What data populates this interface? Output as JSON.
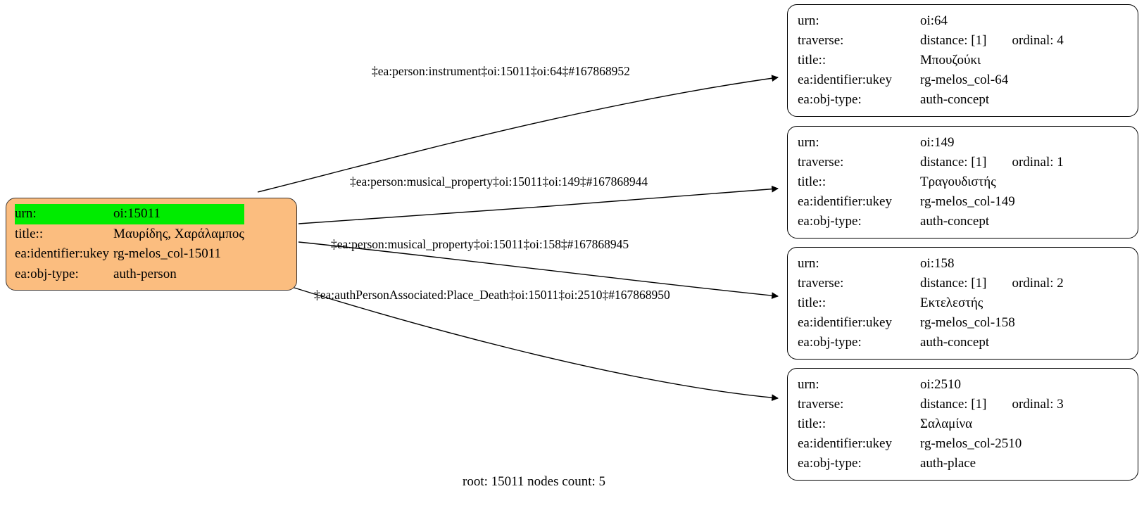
{
  "graph": {
    "caption": "root: 15011 nodes count: 5",
    "root_node": {
      "id": "root-15011",
      "fill_color": "#fbbd7f",
      "highlight_color": "#00ec00",
      "rows": [
        {
          "key": "urn:",
          "value": "oi:15011",
          "highlighted": true
        },
        {
          "key": "title::",
          "value": "Μαυρίδης, Χαράλαμπος",
          "highlighted": false
        },
        {
          "key": "ea:identifier:ukey",
          "value": "rg-melos_col-15011",
          "highlighted": false
        },
        {
          "key": "ea:obj-type:",
          "value": "auth-person",
          "highlighted": false
        }
      ]
    },
    "target_nodes": [
      {
        "id": "node-oi-64",
        "urn_label": "urn:",
        "urn_value": "oi:64",
        "traverse_label": "traverse:",
        "distance": "distance: [1]",
        "ordinal": "ordinal: 4",
        "title_label": "title::",
        "title_value": "Μπουζούκι",
        "ukey_label": "ea:identifier:ukey",
        "ukey_value": "rg-melos_col-64",
        "objtype_label": "ea:obj-type:",
        "objtype_value": "auth-concept"
      },
      {
        "id": "node-oi-149",
        "urn_label": "urn:",
        "urn_value": "oi:149",
        "traverse_label": "traverse:",
        "distance": "distance: [1]",
        "ordinal": "ordinal: 1",
        "title_label": "title::",
        "title_value": "Τραγουδιστής",
        "ukey_label": "ea:identifier:ukey",
        "ukey_value": "rg-melos_col-149",
        "objtype_label": "ea:obj-type:",
        "objtype_value": "auth-concept"
      },
      {
        "id": "node-oi-158",
        "urn_label": "urn:",
        "urn_value": "oi:158",
        "traverse_label": "traverse:",
        "distance": "distance: [1]",
        "ordinal": "ordinal: 2",
        "title_label": "title::",
        "title_value": "Εκτελεστής",
        "ukey_label": "ea:identifier:ukey",
        "ukey_value": "rg-melos_col-158",
        "objtype_label": "ea:obj-type:",
        "objtype_value": "auth-concept"
      },
      {
        "id": "node-oi-2510",
        "urn_label": "urn:",
        "urn_value": "oi:2510",
        "traverse_label": "traverse:",
        "distance": "distance: [1]",
        "ordinal": "ordinal: 3",
        "title_label": "title::",
        "title_value": "Σαλαμίνα",
        "ukey_label": "ea:identifier:ukey",
        "ukey_value": "rg-melos_col-2510",
        "objtype_label": "ea:obj-type:",
        "objtype_value": "auth-place"
      }
    ],
    "edges": [
      {
        "id": "edge-instrument-64",
        "label": "‡ea:person:instrument‡oi:15011‡oi:64‡#167868952"
      },
      {
        "id": "edge-musicalprop-149",
        "label": "‡ea:person:musical_property‡oi:15011‡oi:149‡#167868944"
      },
      {
        "id": "edge-musicalprop-158",
        "label": "‡ea:person:musical_property‡oi:15011‡oi:158‡#167868945"
      },
      {
        "id": "edge-placedeath-2510",
        "label": "‡ea:authPersonAssociated:Place_Death‡oi:15011‡oi:2510‡#167868950"
      }
    ]
  }
}
